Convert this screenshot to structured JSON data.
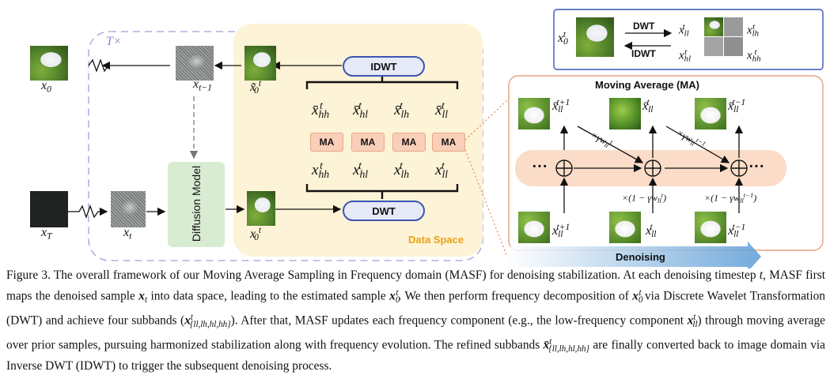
{
  "figure": {
    "loop_label": "T×",
    "data_space_label": "Data Space",
    "diffusion_model_label": "Diffusion Model",
    "idwt_label": "IDWT",
    "dwt_label": "DWT",
    "ma_label": "MA",
    "ma_count": 4,
    "variables": {
      "x0": "x",
      "x0_sub": "0",
      "xt_minus_1": "x",
      "xt_minus_1_sub": "t−1",
      "x0t_hat": "x̃",
      "x0t_hat_sub": "0",
      "x0t_hat_sup": "t",
      "xT": "x",
      "xT_sub": "T",
      "xt": "x",
      "xt_sub": "t",
      "x0t": "x",
      "x0t_sub": "0",
      "x0t_sup": "t"
    },
    "refined_subbands": [
      {
        "base": "x̄",
        "sub": "hh",
        "sup": "t"
      },
      {
        "base": "x̄",
        "sub": "hl",
        "sup": "t"
      },
      {
        "base": "x̄",
        "sub": "lh",
        "sup": "t"
      },
      {
        "base": "x̄",
        "sub": "ll",
        "sup": "t"
      }
    ],
    "subbands": [
      {
        "base": "x",
        "sub": "hh",
        "sup": "t"
      },
      {
        "base": "x",
        "sub": "hl",
        "sup": "t"
      },
      {
        "base": "x",
        "sub": "lh",
        "sup": "t"
      },
      {
        "base": "x",
        "sub": "ll",
        "sup": "t"
      }
    ],
    "dwt_panel": {
      "input": {
        "base": "x",
        "sub": "0",
        "sup": "t"
      },
      "dwt_label": "DWT",
      "idwt_label": "IDWT",
      "outputs": [
        {
          "base": "x",
          "sub": "ll",
          "sup": "t"
        },
        {
          "base": "x",
          "sub": "lh",
          "sup": "t"
        },
        {
          "base": "x",
          "sub": "hl",
          "sup": "t"
        },
        {
          "base": "x",
          "sub": "hh",
          "sup": "t"
        }
      ]
    },
    "ma_panel": {
      "title": "Moving Average (MA)",
      "top": [
        {
          "base": "x̄",
          "sub": "ll",
          "sup": "t+1"
        },
        {
          "base": "x̄",
          "sub": "ll",
          "sup": "t"
        },
        {
          "base": "x̄",
          "sub": "ll",
          "sup": "t−1"
        }
      ],
      "bottom": [
        {
          "base": "x",
          "sub": "ll",
          "sup": "t+1"
        },
        {
          "base": "x",
          "sub": "ll",
          "sup": "t"
        },
        {
          "base": "x",
          "sub": "ll",
          "sup": "t−1"
        }
      ],
      "diag_weights": [
        "×γw",
        "×γw"
      ],
      "diag_weight_sub": [
        "ll",
        "ll"
      ],
      "diag_weight_sup": [
        "t",
        "t−1"
      ],
      "vert_weights": [
        "×(1 − γw",
        "×(1 − γw"
      ],
      "vert_weight_sub": [
        "ll",
        "ll"
      ],
      "vert_weight_sup": [
        "t",
        "t−1"
      ],
      "ellipsis_left": "···",
      "ellipsis_right": "···",
      "plus_symbol": "⊕"
    },
    "denoising_label": "Denoising",
    "colors": {
      "data_space_bg": "#fdf3d6",
      "data_space_label": "#e8a317",
      "loop_border": "#b4aee0",
      "diffusion_bg": "#d8ecd2",
      "ma_fill": "#f9cfb9",
      "ma_panel_border": "#e7a27c",
      "pill_border": "#3b55b5",
      "denoise_arrow": "#6aa6d8"
    }
  },
  "caption": {
    "label": "Figure 3.",
    "text": "The overall framework of our Moving Average Sampling in Frequency domain (MASF) for denoising stabilization. At each denoising timestep t, MASF first maps the denoised sample x_t into data space, leading to the estimated sample x_0^t. We then perform frequency decomposition of x_0^t via Discrete Wavelet Transformation (DWT) and achieve four subbands (x^t_{ll,lh,hl,hh}). After that, MASF updates each frequency component (e.g., the low-frequency component x^t_ll) through moving average over prior samples, pursuing harmonized stabilization along with frequency evolution. The refined subbands x̄^t_{ll,lh,hl,hh} are finally converted back to image domain via Inverse DWT (IDWT) to trigger the subsequent denoising process.",
    "segments": {
      "s1": " The overall framework of our Moving Average Sampling in Frequency domain (MASF) for denoising stabilization. At each denoising timestep ",
      "t": "t",
      "s2": ", MASF first maps the denoised sample ",
      "xt": "x",
      "xt_sub": "t",
      "s3": " into data space, leading to the estimated sample ",
      "x0t": "x",
      "x0t_sub": "0",
      "x0t_sup": "t",
      "s4": ". We then perform frequency decomposition of ",
      "s5": " via Discrete Wavelet Transformation (DWT) and achieve four subbands (",
      "sb_sub": "{ll,lh,hl,hh}",
      "s6": "). After that, MASF updates each frequency component (e.g., the low-frequency component ",
      "ll_sub": "ll",
      "s7": ") through moving average over prior samples, pursuing harmonized stabilization along with frequency evolution. The refined subbands ",
      "xbar": "x̄",
      "s8": " are finally converted back to image domain via Inverse DWT (IDWT) to trigger the subsequent denoising process."
    }
  }
}
